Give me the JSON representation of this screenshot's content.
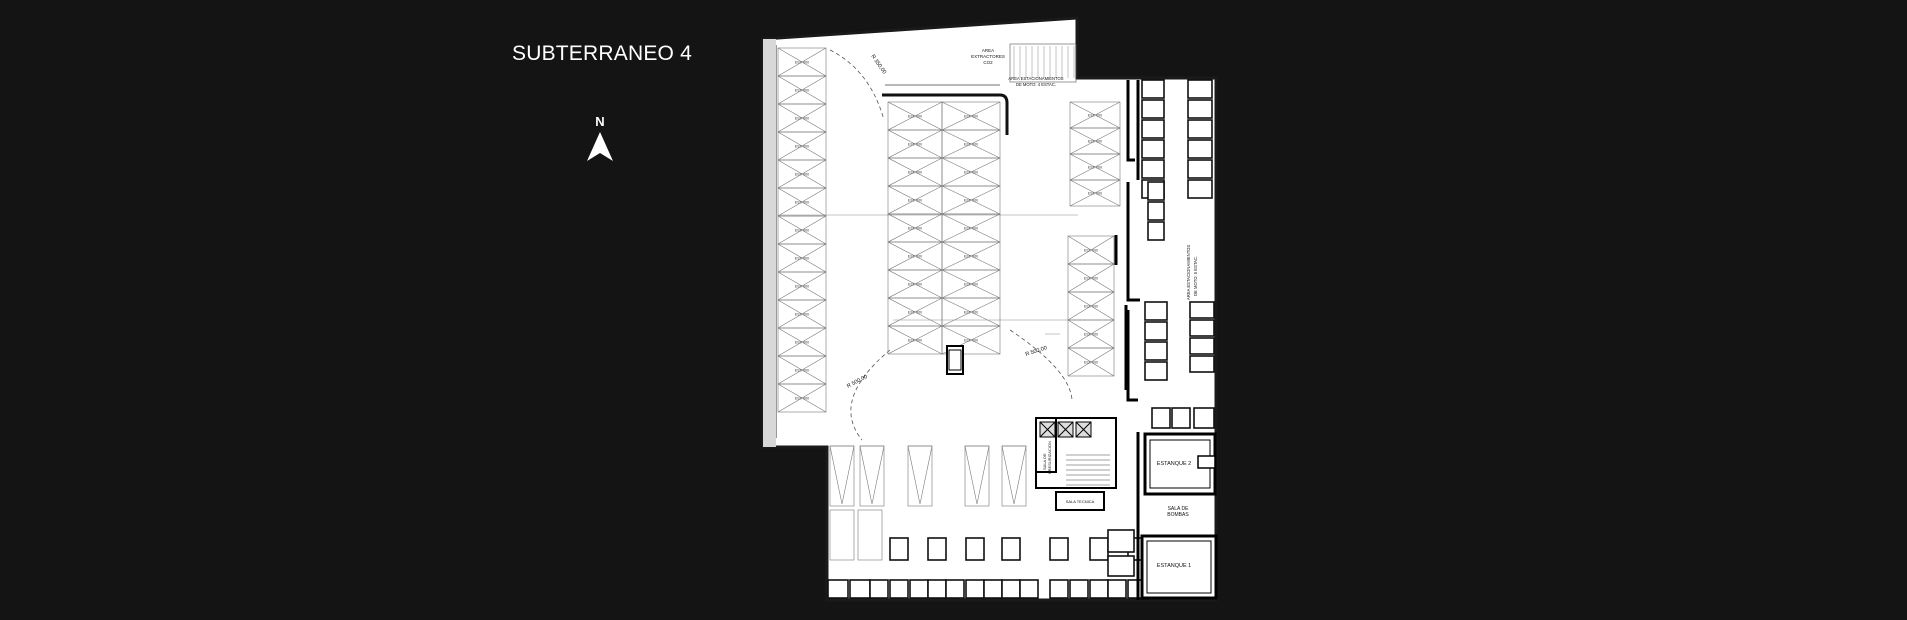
{
  "title": "SUBTERRANEO 4",
  "compass": {
    "letter": "N"
  },
  "labels": {
    "extractors": [
      "AREA",
      "EXTRACTORES",
      "CO2"
    ],
    "moto_top": [
      "AREA ESTACIONAMIENTOS",
      "DE MOTO: 4 ESTAC."
    ],
    "moto_side": [
      "AREA ESTACIONAMIENTOS",
      "DE MOTO: 5 ESTAC."
    ],
    "radius_top": "R 350,00",
    "radius_right": "R 500,00",
    "radius_left": "R 500,00",
    "estanque_2": "ESTANQUE 2",
    "estanque_1": "ESTANQUE 1",
    "sala_bombas": [
      "SALA DE",
      "BOMBAS"
    ],
    "sala_tecnica": "SALA TECNICA",
    "sala_presurizacion": [
      "SALA DE",
      "PRESURIZACION"
    ],
    "stall_text": "EST. 000",
    "bodega_text": "BOD"
  },
  "colors": {
    "background": "#141414",
    "paper": "#ffffff",
    "line": "#222222",
    "wall": "#000000"
  }
}
